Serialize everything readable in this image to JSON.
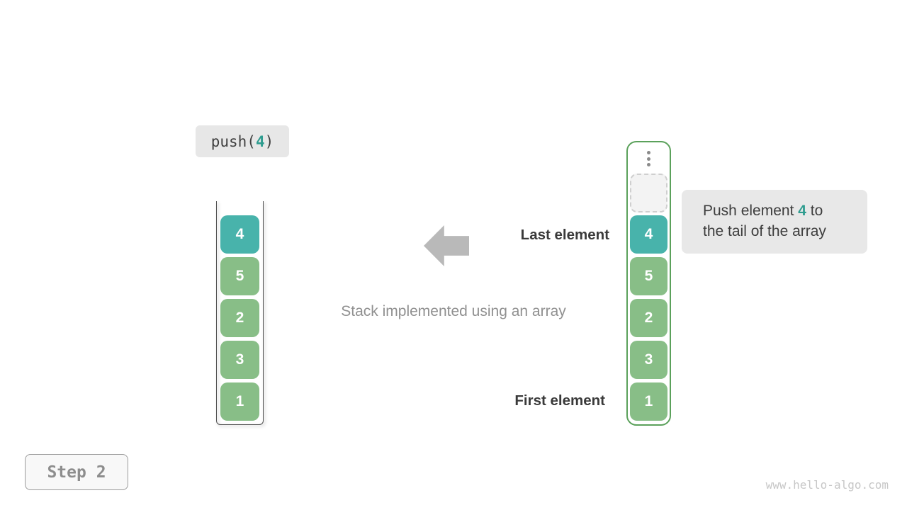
{
  "colors": {
    "teal_box": "#48b3ab",
    "green_box": "#88be87",
    "teal_text": "#2e9c8f",
    "array_border": "#5ba15b",
    "badge_bg": "#e7e7e7",
    "tooltip_bg": "#e8e8e8",
    "arrow_gray": "#b9b9b9"
  },
  "operation_badge": {
    "prefix": "push(",
    "argument": "4",
    "suffix": ")"
  },
  "stack": {
    "items": [
      "4",
      "5",
      "2",
      "3",
      "1"
    ],
    "highlight_index": 0
  },
  "array": {
    "items": [
      "4",
      "5",
      "2",
      "3",
      "1"
    ],
    "highlight_index": 0,
    "has_empty_slot": true
  },
  "annotations": {
    "last_element": "Last element",
    "first_element": "First element",
    "caption": "Stack implemented using an array"
  },
  "tooltip": {
    "text_before": "Push element ",
    "highlight": "4",
    "text_after": " to",
    "line2": "the tail of the array"
  },
  "step_badge": {
    "label": "Step 2"
  },
  "watermark": {
    "label": "www.hello-algo.com"
  }
}
